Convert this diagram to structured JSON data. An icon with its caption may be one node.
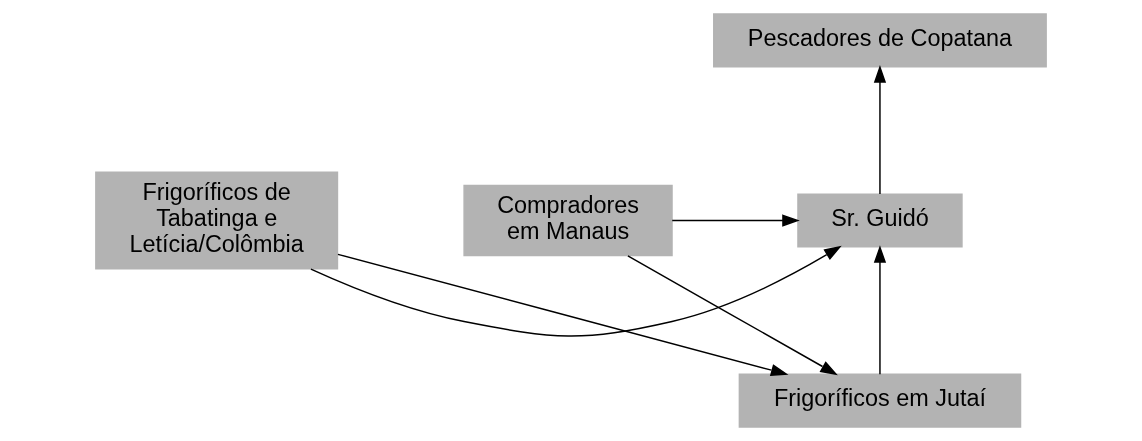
{
  "diagram": {
    "nodes": [
      {
        "text": [
          "Pescadores de Copatana"
        ]
      },
      {
        "text": [
          "Frigoríficos de Tabatinga e Letícia/Colômbia"
        ]
      },
      {
        "text": [
          "Sr. Guidó"
        ]
      },
      {
        "text": [
          "Compradores em Manaus"
        ]
      },
      {
        "text": [
          "Frigoríficos em Jutaí"
        ]
      }
    ],
    "edges": [
      {
        "from": 2,
        "to": 0,
        "arrow": "to"
      },
      {
        "from": 1,
        "to": 2,
        "arrow": "to"
      },
      {
        "from": 3,
        "to": 2,
        "arrow": "to"
      },
      {
        "from": 4,
        "to": 2,
        "arrow": "to"
      },
      {
        "from": 1,
        "to": 4,
        "arrow": "to"
      },
      {
        "from": 3,
        "to": 4,
        "arrow": "to"
      }
    ]
  }
}
